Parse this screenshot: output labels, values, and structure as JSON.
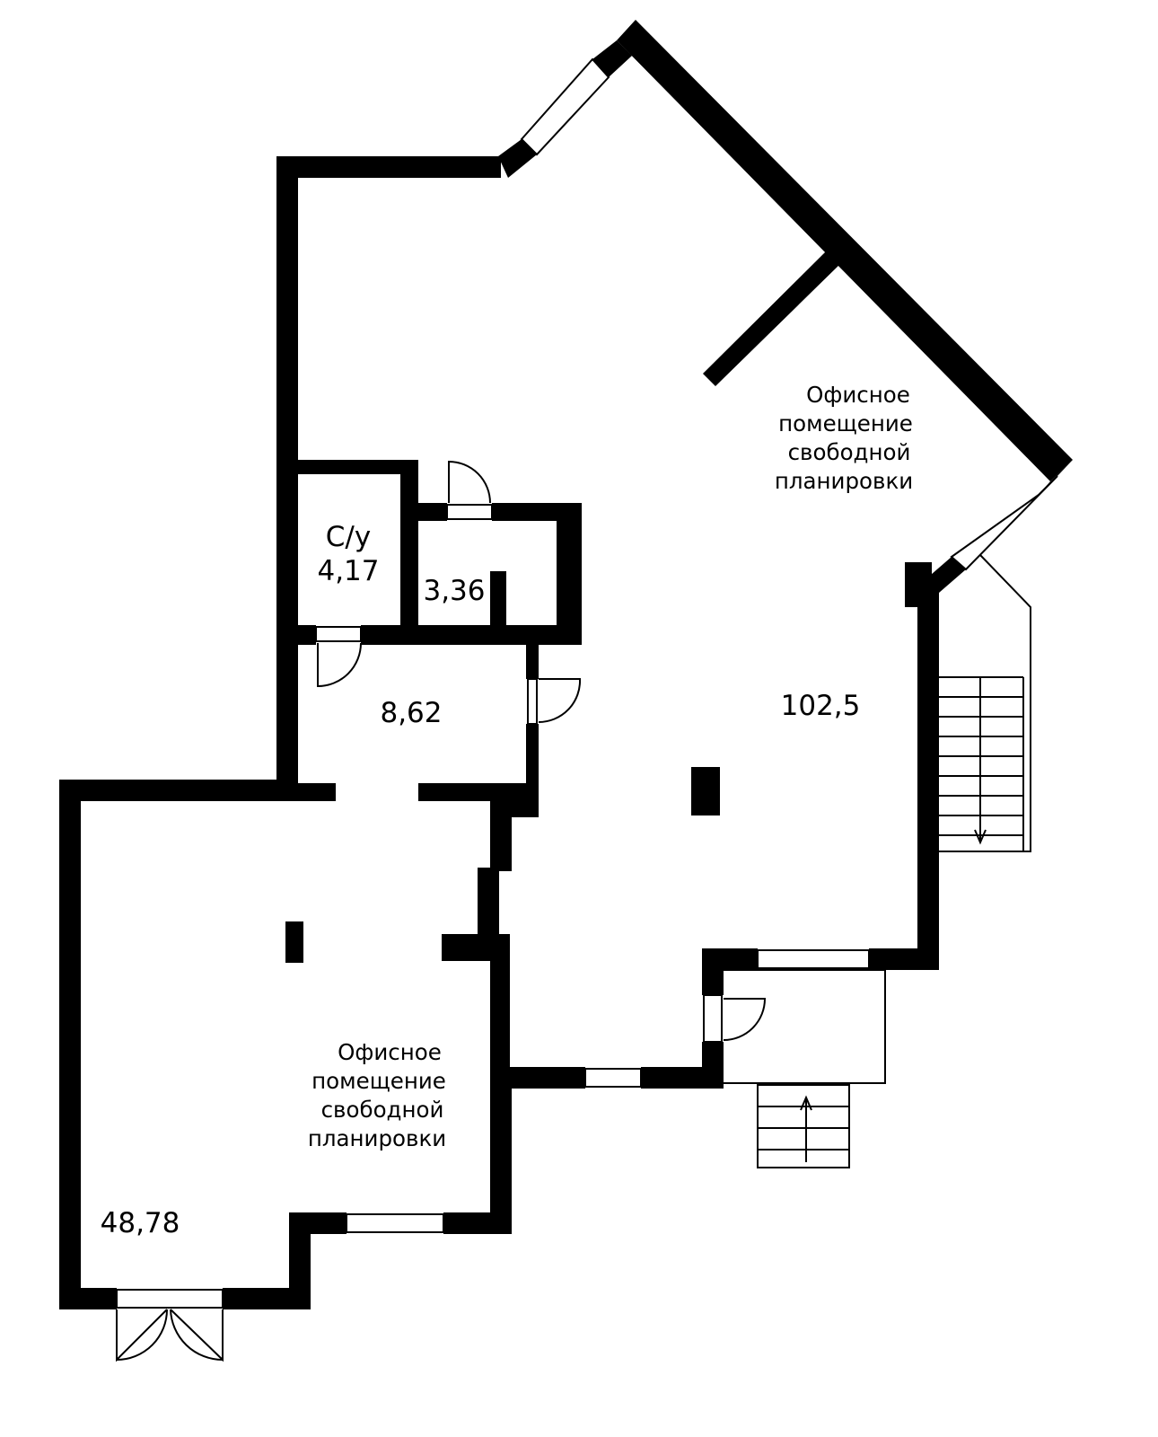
{
  "plan": {
    "colors": {
      "wall": "#000000",
      "background": "#ffffff",
      "line": "#000000"
    },
    "rooms": {
      "office_large": {
        "desc": [
          "Офисное",
          "помещение",
          "свободной",
          "планировки"
        ],
        "area": "102,5"
      },
      "office_small": {
        "desc": [
          "Офисное",
          "помещение",
          "свободной",
          "планировки"
        ],
        "area": "48,78"
      },
      "wc": {
        "name": "С/у",
        "area": "4,17"
      },
      "storage": {
        "area": "3,36"
      },
      "hall": {
        "area": "8,62"
      }
    }
  }
}
